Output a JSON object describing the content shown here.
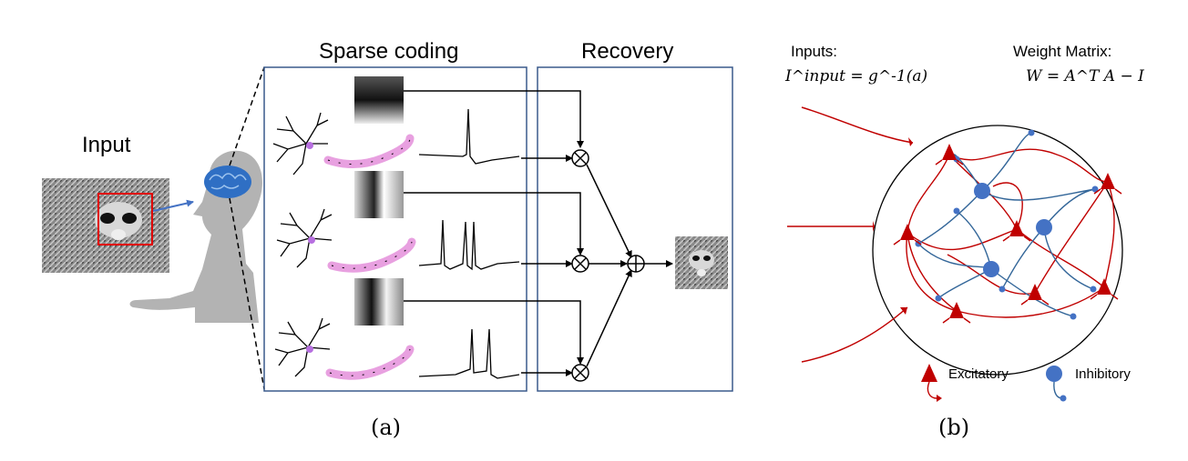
{
  "panel_a": {
    "input_label": "Input",
    "sparse_coding_label": "Sparse coding",
    "recovery_label": "Recovery",
    "caption": "(a)"
  },
  "panel_b": {
    "inputs_label": "Inputs:",
    "inputs_formula": "I^input = g^-1(a)",
    "weight_label": "Weight Matrix:",
    "weight_formula": "W = A^T A − I",
    "legend_excitatory": "Excitatory",
    "legend_inhibitory": "Inhibitory",
    "caption": "(b)"
  },
  "colors": {
    "excitatory": "#c00000",
    "inhibitory": "#4472c4",
    "box_border": "#3a5a8c",
    "neuron_axon": "#e8a0e0"
  }
}
